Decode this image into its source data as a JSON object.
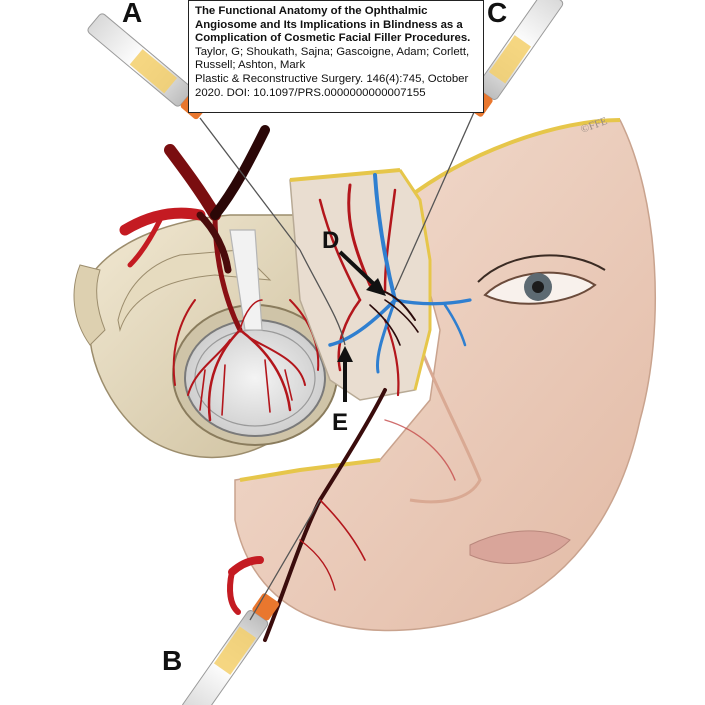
{
  "citation": {
    "title": "The Functional Anatomy of the Ophthalmic Angiosome and Its Implications in Blindness as a Complication of Cosmetic Facial Filler Procedures.",
    "authors": "Taylor, G; Shoukath, Sajna; Gascoigne, Adam; Corlett, Russell; Ashton, Mark",
    "journal": "Plastic & Reconstructive Surgery. 146(4):745, October 2020. DOI: 10.1097/PRS.0000000000007155"
  },
  "labels": {
    "a": "A",
    "b": "B",
    "c": "C",
    "d": "D",
    "e": "E"
  },
  "watermark": "©FFE",
  "colors": {
    "artery": "#b3161c",
    "artery_dark": "#3a0c0c",
    "vein": "#2f7fd0",
    "skin": "#efd6c6",
    "bone": "#e8dcc0",
    "syringe_orange": "#e9772e"
  }
}
